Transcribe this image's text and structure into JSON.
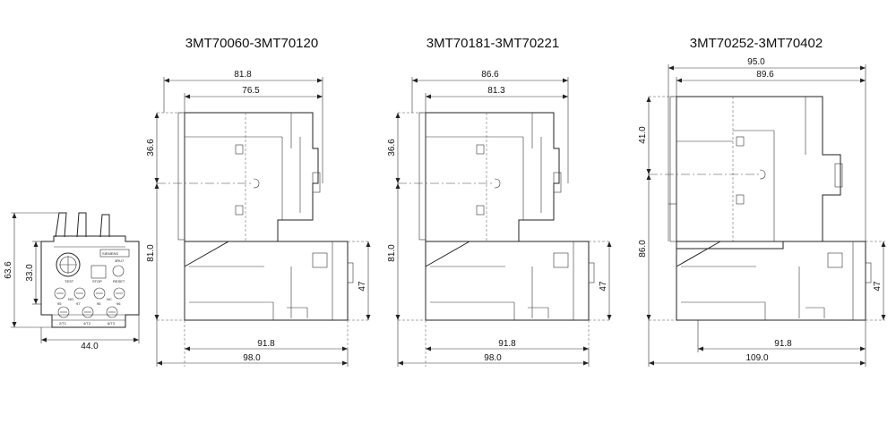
{
  "front_view": {
    "brand": "SIEMENS",
    "model": "3RU7",
    "dims": {
      "total_height": "63.6",
      "upper_height": "33.0",
      "width": "44.0"
    },
    "labels": {
      "test": "TEST",
      "stop": "STOP",
      "reset": "RESET",
      "t95": "95",
      "t97": "97",
      "t95b": "95",
      "t96": "96",
      "no": "NO",
      "nc": "NC",
      "t21": "2/T1",
      "t42": "4/T2",
      "t63": "6/T3"
    }
  },
  "views": [
    {
      "title": "3MT70060-3MT70120",
      "dims": {
        "width_outer": "81.8",
        "width_inner": "76.5",
        "contactor_height": "36.6",
        "total_height": "81.0",
        "relay_height": "47",
        "relay_depth": "91.8",
        "total_depth": "98.0"
      }
    },
    {
      "title": "3MT70181-3MT70221",
      "dims": {
        "width_outer": "86.6",
        "width_inner": "81.3",
        "contactor_height": "36.6",
        "total_height": "81.0",
        "relay_height": "47",
        "relay_depth": "91.8",
        "total_depth": "98.0"
      }
    },
    {
      "title": "3MT70252-3MT70402",
      "dims": {
        "width_outer": "95.0",
        "width_inner": "89.6",
        "contactor_height": "41.0",
        "total_height": "86.0",
        "relay_height": "47",
        "relay_depth": "91.8",
        "total_depth": "109.0"
      }
    }
  ]
}
